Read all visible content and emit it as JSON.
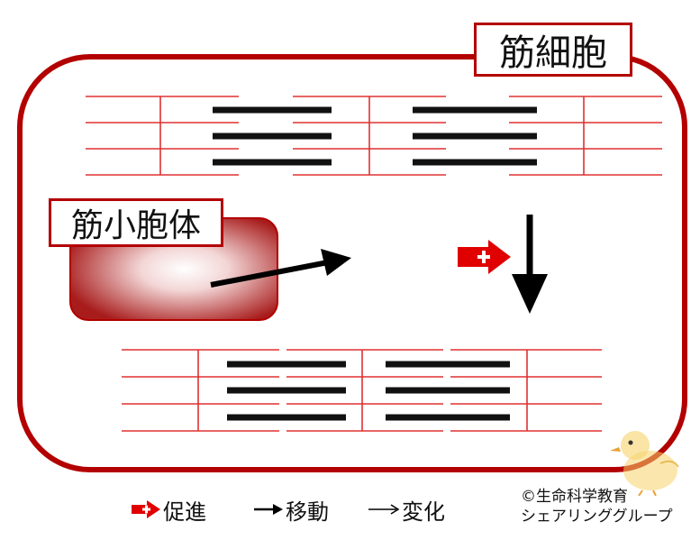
{
  "diagram": {
    "cell_label": "筋細胞",
    "sr_label": "筋小胞体",
    "legend": [
      {
        "icon": "promote-arrow-icon",
        "label": "促進"
      },
      {
        "icon": "move-arrow-icon",
        "label": "移動"
      },
      {
        "icon": "change-arrow-icon",
        "label": "変化"
      }
    ],
    "credit_line1": "©生命科学教育",
    "credit_line2": "シェアリンググループ"
  },
  "colors": {
    "membrane": "#b30000",
    "thin_line": "#e03030",
    "thick_filament": "#111111",
    "promote": "#e00000"
  }
}
